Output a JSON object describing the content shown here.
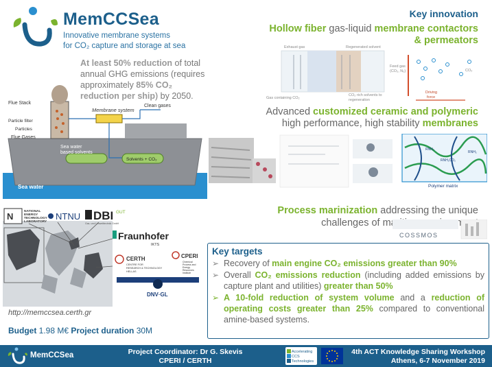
{
  "logo": {
    "name": "MemCCSea",
    "tagline_1": "Innovative membrane systems",
    "tagline_2": "for CO₂ capture and storage at sea"
  },
  "reduction": {
    "b1": "At least 50% reduction",
    "t1": " of total annual GHG emissions (requires approximately ",
    "b2": "85% CO₂ reduction per ship",
    "t2": ") by 2050."
  },
  "ship": {
    "flue_stack": "Flue Stack",
    "particle_filter": "Particle filter",
    "particles": "Particles",
    "flue_gases": "Flue Gases",
    "membrane_system": "Membrane system",
    "clean_gases": "Clean gases",
    "sea_water_solvents_1": "Sea water",
    "sea_water_solvents_2": "based solvents",
    "solvents_co2": "Solvents + CO₂",
    "sea_water": "Sea water"
  },
  "partners": {
    "netl_1": "NATIONAL",
    "netl_2": "ENERGY",
    "netl_3": "TECHNOLOGY",
    "netl_4": "LABORATORY",
    "ntnu": "NTNU",
    "dbi": "DBI",
    "dbi_sup": "GUT",
    "dbi_sub": "Gas- und Umwelttechnik GmbH",
    "fraunhofer": "Fraunhofer",
    "ikts": "IKTS",
    "certh_1": "CERTH",
    "certh_2": "CENTRE FOR",
    "certh_3": "RESEARCH & TECHNOLOGY",
    "certh_4": "HELLAS",
    "cperi": "CPERI",
    "cperi_sub_1": "Chemical",
    "cperi_sub_2": "Process and",
    "cperi_sub_3": "Energy",
    "cperi_sub_4": "Resources",
    "cperi_sub_5": "Institute",
    "dnv": "DNV·GL"
  },
  "url": "http://memccsea.certh.gr",
  "budget": {
    "label": "Budget",
    "value": " 1.98 M€  ",
    "duration_label": "Project duration",
    "duration_value": " 30M"
  },
  "key_innovation": "Key innovation",
  "hollow": {
    "b1": "Hollow fiber",
    "t1": " gas-liquid ",
    "b2": "membrane contactors",
    "b3": "& permeators"
  },
  "contactor_fig": {
    "exhaust": "Exhaust gas",
    "regenerated": "Regenerated solvent",
    "gas_containing": "Gas containing CO₂",
    "co2_rich": "CO₂ rich solvents to",
    "regeneration": "regeneration",
    "feed_gas_1": "Feed gas",
    "feed_gas_2": "(CO₂, N₂)",
    "co2": "CO₂",
    "driving_1": "Driving",
    "driving_2": "force"
  },
  "advanced": {
    "t1": "Advanced ",
    "b1": "customized ceramic and polymeric",
    "t2": "high performance, high stability ",
    "b2": "membranes"
  },
  "membrane_fig": {
    "polymer_matrix": "Polymer matrix",
    "rnh2": "RNH₂",
    "rnhco2": "RNH₁CO₂"
  },
  "process": {
    "b1": "Process marinization",
    "t1": " addressing the unique",
    "t2": "challenges of maritime environment"
  },
  "cossmos": "COSSMOS",
  "targets": {
    "title": "Key targets",
    "i1_t1": "Recovery of ",
    "i1_b1": "main engine CO₂ emissions greater than 90%",
    "i2_t1": "Overall ",
    "i2_b1": "CO₂ emissions reduction",
    "i2_t2": " (including added emissions by capture plant and utilities) ",
    "i2_b2": "greater than 50%",
    "i3_b1": "A 10-fold reduction of system volume",
    "i3_t1": " and a ",
    "i3_b2": "reduction of operating costs greater than 25%",
    "i3_t2": " compared to conventional amine-based systems."
  },
  "footer": {
    "name": "MemCCSea",
    "coord_1": "Project Coordinator: Dr G. Skevis",
    "coord_2": "CPERI / CERTH",
    "act_1": "Accelerating",
    "act_2": "CCS",
    "act_3": "Technologies",
    "ws_1": "4th ACT Knowledge Sharing Workshop",
    "ws_2": "Athens, 6-7 November 2019"
  },
  "colors": {
    "brand_blue": "#1c5f8b",
    "accent_green": "#7bb32e",
    "sea_blue": "#2a8fcf"
  }
}
